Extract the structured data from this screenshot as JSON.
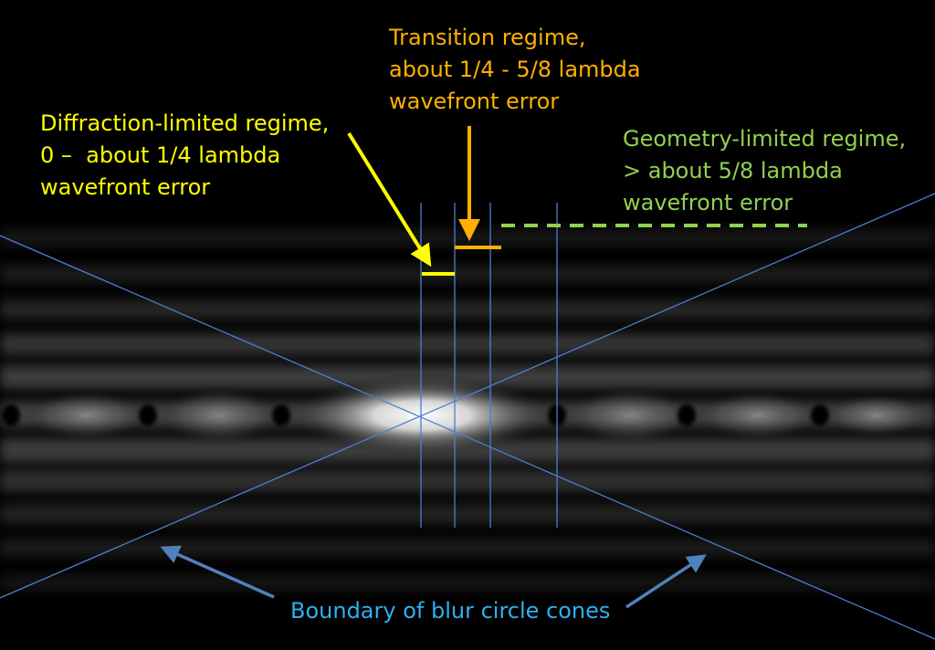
{
  "colors": {
    "diffraction": "#ffff00",
    "transition": "#ffb000",
    "geometry": "#92d050",
    "boundary_text": "#2fb0f0",
    "boundary_lines": "#4a7fd0",
    "arrow_blue": "#4f81bd"
  },
  "labels": {
    "diffraction": {
      "line1": "Diffraction-limited regime,",
      "line2": "0 –  about 1/4 lambda",
      "line3": "wavefront error"
    },
    "transition": {
      "line1": "Transition regime,",
      "line2": "about 1/4 - 5/8 lambda",
      "line3": "wavefront error"
    },
    "geometry": {
      "line1": "Geometry-limited regime,",
      "line2": "> about 5/8 lambda",
      "line3": "wavefront error"
    },
    "boundary": "Boundary of blur circle cones"
  }
}
